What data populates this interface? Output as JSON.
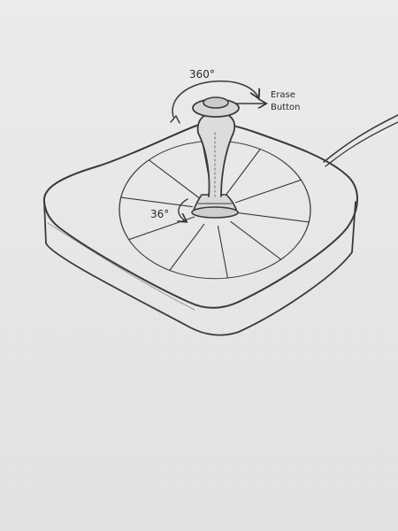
{
  "labels": {
    "rotation": "360°",
    "erase_line1": "Erase",
    "erase_line2": "Button",
    "tilt": "36°"
  },
  "colors": {
    "paper": "#e6e6e4",
    "pencil": "#3a3a3a",
    "grid": "#d9dbdc"
  },
  "wheel": {
    "segments": 10
  }
}
